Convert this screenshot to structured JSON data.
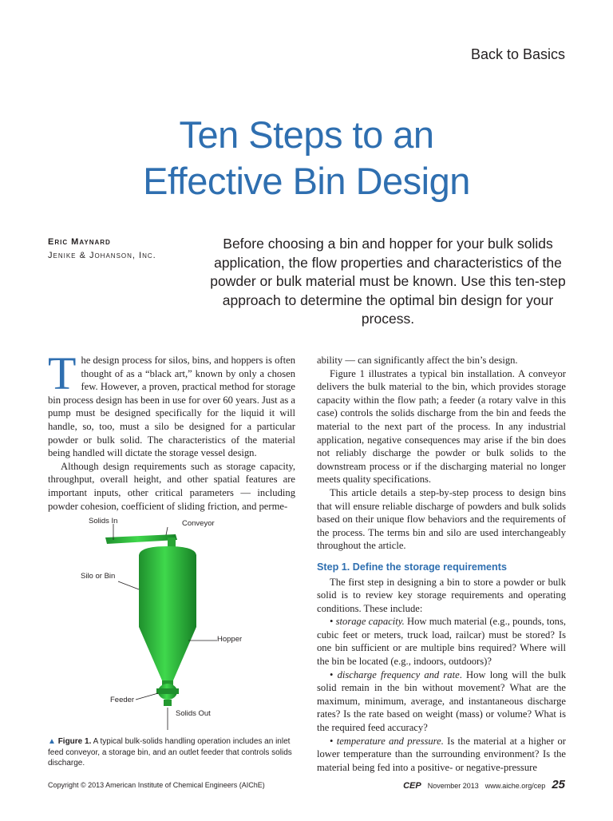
{
  "header": {
    "section": "Back to Basics"
  },
  "article": {
    "title_line1": "Ten Steps to an",
    "title_line2": "Effective Bin Design",
    "author_name": "Eric Maynard",
    "author_affiliation": "Jenike & Johanson, Inc.",
    "deck": "Before choosing a bin and hopper for your bulk solids application, the flow properties and characteristics of the powder or bulk material must be known. Use this ten-step approach to determine the optimal bin design for your process."
  },
  "body_left": {
    "dropcap": "T",
    "p1": "he design process for silos, bins, and hoppers is often thought of as a “black art,” known by only a chosen few. However, a proven, practical method for storage bin process design has been in use for over 60 years. Just as a pump must be designed specifically for the liquid it will handle, so, too, must a silo be designed for a particular powder or bulk solid. The characteristics of the material being handled will dictate the storage vessel design.",
    "p2": "Although design requirements such as storage capacity, throughput, overall height, and other spatial features are important inputs, other critical parameters — including powder cohesion, coefficient of sliding friction, and perme-"
  },
  "body_right": {
    "p1": "ability — can significantly affect the bin’s design.",
    "p2": "Figure 1 illustrates a typical bin installation. A conveyor delivers the bulk material to the bin, which provides storage capacity within the flow path; a feeder (a rotary valve in this case) controls the solids discharge from the bin and feeds the material to the next part of the process. In any industrial application, negative consequences may arise if the bin does not reliably discharge the powder or bulk solids to the downstream process or if the discharging material no longer meets quality specifications.",
    "p3": "This article details a step-by-step process to design bins that will ensure reliable discharge of powders and bulk solids based on their unique flow behaviors and the requirements of the process. The terms bin and silo are used interchangeably throughout the article.",
    "step1_heading": "Step 1. Define the storage requirements",
    "step1_intro": "The first step in designing a bin to store a powder or bulk solid is to review key storage requirements and operating conditions. These include:",
    "bullet1_term": "storage capacity.",
    "bullet1_text": " How much material (e.g., pounds, tons, cubic feet or meters, truck load, railcar) must be stored? Is one bin sufficient or are multiple bins required? Where will the bin be located (e.g., indoors, outdoors)?",
    "bullet2_term": "discharge frequency and rate",
    "bullet2_text": ". How long will the bulk solid remain in the bin without movement? What are the maximum, minimum, average, and instantaneous discharge rates? Is the rate based on weight (mass) or volume? What is the required feed accuracy?",
    "bullet3_term": "temperature and pressure.",
    "bullet3_text": " Is the material at a higher or lower temperature than the surrounding environment? Is the material being fed into a positive- or negative-pressure"
  },
  "figure": {
    "labels": {
      "solids_in": "Solids In",
      "conveyor": "Conveyor",
      "silo": "Silo or Bin",
      "hopper": "Hopper",
      "feeder": "Feeder",
      "solids_out": "Solids Out"
    },
    "caption_label": "Figure 1.",
    "caption_text": " A typical bulk-solids handling operation includes an inlet feed conveyor, a storage bin, and an outlet feeder that controls solids discharge.",
    "bin_color": "#2aa83a"
  },
  "footer": {
    "copyright": "Copyright © 2013 American Institute of Chemical Engineers (AIChE)",
    "journal": "CEP",
    "issue": "November 2013",
    "url": "www.aiche.org/cep",
    "page": "25"
  }
}
